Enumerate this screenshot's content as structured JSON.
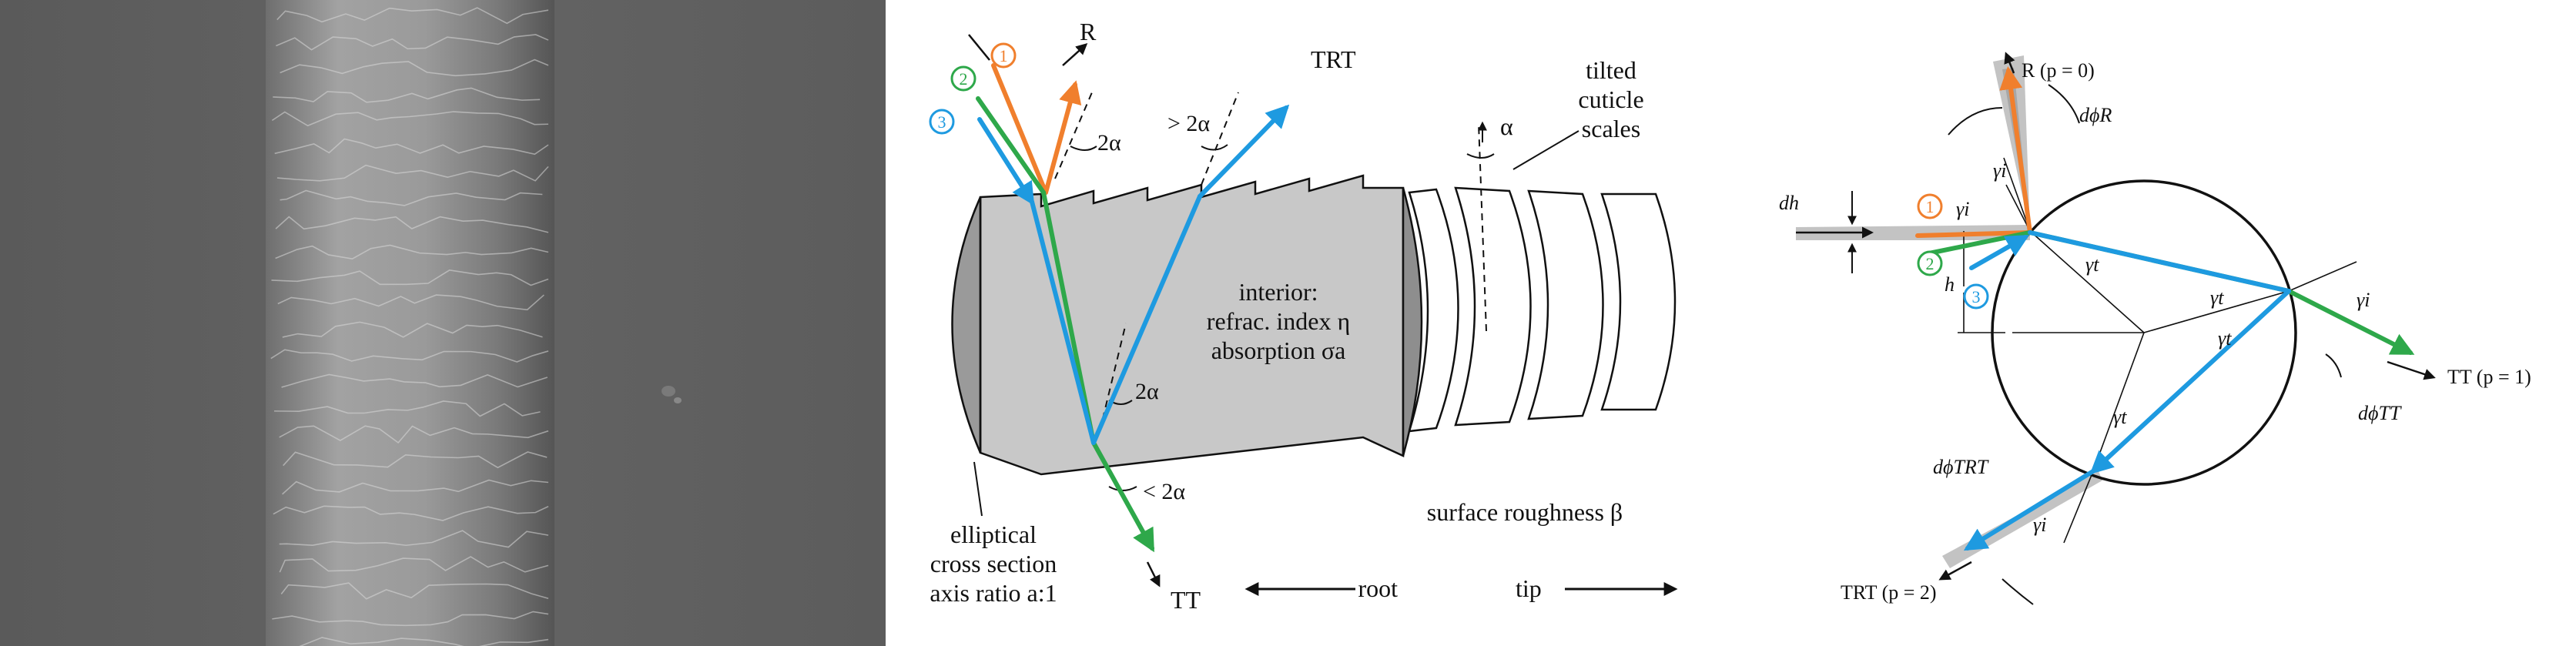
{
  "colors": {
    "ray1": "#f07f2d",
    "ray2": "#2ea84a",
    "ray3": "#1e9ae0",
    "hair_body": "#c8c8c8",
    "hair_end": "#9a9a9a",
    "sem_background": "#5e5e5e"
  },
  "middle": {
    "marker_1": "1",
    "marker_2": "2",
    "marker_3": "3",
    "label_R": "R",
    "label_TRT": "TRT",
    "label_TT": "TT",
    "angle_2a_top": "2α",
    "angle_gt_2a": "> 2α",
    "angle_2a_mid": "2α",
    "angle_lt_2a": "< 2α",
    "alpha": "α",
    "tilted_1": "tilted",
    "tilted_2": "cuticle",
    "tilted_3": "scales",
    "interior_1": "interior:",
    "interior_2": "refrac. index η",
    "interior_3": "absorption σa",
    "elliptical_1": "elliptical",
    "elliptical_2": "cross section",
    "elliptical_3": "axis ratio a:1",
    "surface": "surface roughness β",
    "root": "root",
    "tip": "tip"
  },
  "right": {
    "R_label": "R (p = 0)",
    "dphi_R": "dϕR",
    "TT_label": "TT (p = 1)",
    "dphi_TT": "dϕTT",
    "TRT_label": "TRT (p = 2)",
    "dphi_TRT": "dϕTRT",
    "dh": "dh",
    "h": "h",
    "gamma_i": "γi",
    "gamma_t": "γt",
    "marker_1": "1",
    "marker_2": "2",
    "marker_3": "3"
  }
}
